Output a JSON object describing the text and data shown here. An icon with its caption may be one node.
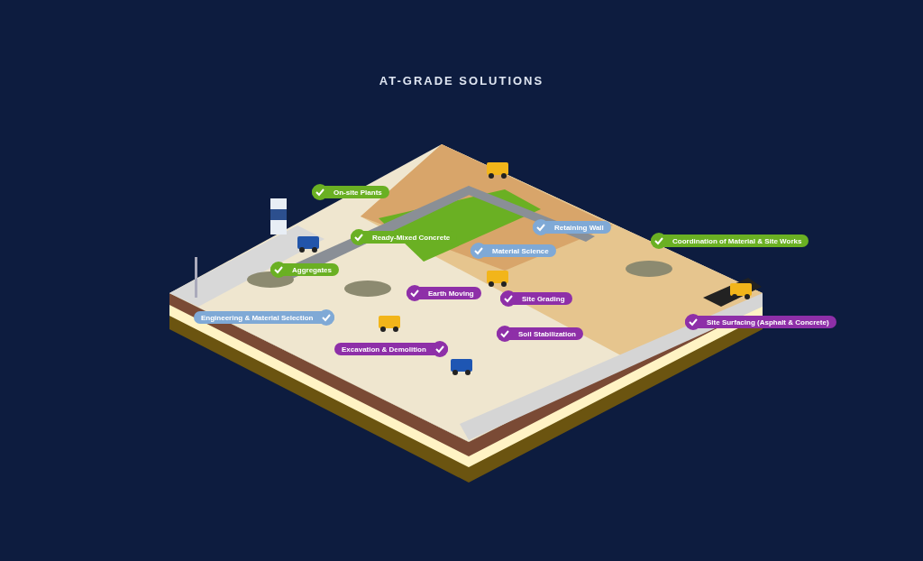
{
  "diagram": {
    "title": "AT-GRADE SOLUTIONS",
    "nodes": [
      {
        "text": [
          "On-site Plants"
        ]
      },
      {
        "text": [
          "Retaining Wall"
        ]
      },
      {
        "text": [
          "Ready-Mixed Concrete"
        ]
      },
      {
        "text": [
          "Coordination of Material & Site Works"
        ]
      },
      {
        "text": [
          "Material Science"
        ]
      },
      {
        "text": [
          "Aggregates"
        ]
      },
      {
        "text": [
          "Earth Moving"
        ]
      },
      {
        "text": [
          "Site Grading"
        ]
      },
      {
        "text": [
          "Engineering & Material Selection"
        ]
      },
      {
        "text": [
          "Site Surfacing (Asphalt & Concrete)"
        ]
      },
      {
        "text": [
          "Soil Stabilization"
        ]
      },
      {
        "text": [
          "Excavation & Demolition"
        ]
      }
    ]
  }
}
